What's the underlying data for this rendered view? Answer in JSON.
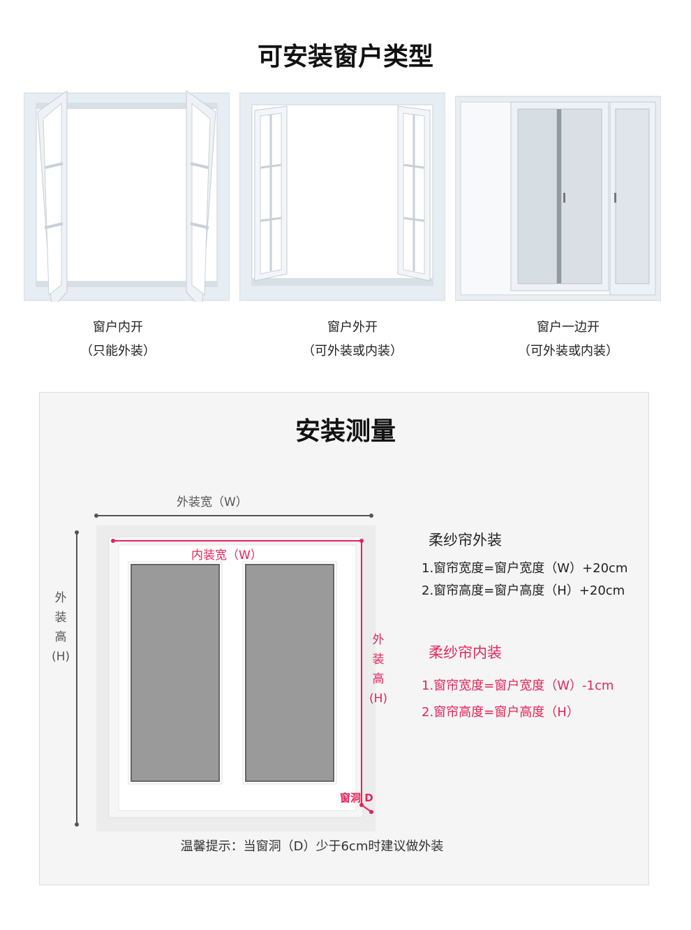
{
  "header": {
    "title": "可安装窗户类型"
  },
  "window_types": [
    {
      "name": "窗户内开",
      "note": "（只能外装）",
      "icon": "inward-opening-window"
    },
    {
      "name": "窗户外开",
      "note": "（可外装或内装）",
      "icon": "outward-opening-window"
    },
    {
      "name": "窗户一边开",
      "note": "（可外装或内装）",
      "icon": "sliding-window"
    }
  ],
  "measure": {
    "title": "安装测量",
    "outer_width": "外装宽（W）",
    "inner_width": "内装宽（W）",
    "outer_height_chars": [
      "外",
      "装",
      "高",
      "(H)"
    ],
    "inner_height_chars": [
      "外",
      "装",
      "高",
      "(H)"
    ],
    "recess_label": "窗洞 D",
    "outside": {
      "heading": "柔纱帘外装",
      "line1": "1.窗帘宽度=窗户宽度（W）+20cm",
      "line2": "2.窗帘高度=窗户高度（H）+20cm"
    },
    "inside": {
      "heading": "柔纱帘内装",
      "line1": "1.窗帘宽度=窗户宽度（W）-1cm",
      "line2": "2.窗帘高度=窗户高度（H）"
    },
    "tip": "温馨提示：当窗洞（D）少于6cm时建议做外装"
  },
  "colors": {
    "accent": "#e5245a",
    "frame": "#dfe6ee",
    "glass": "#9a9a9a"
  }
}
